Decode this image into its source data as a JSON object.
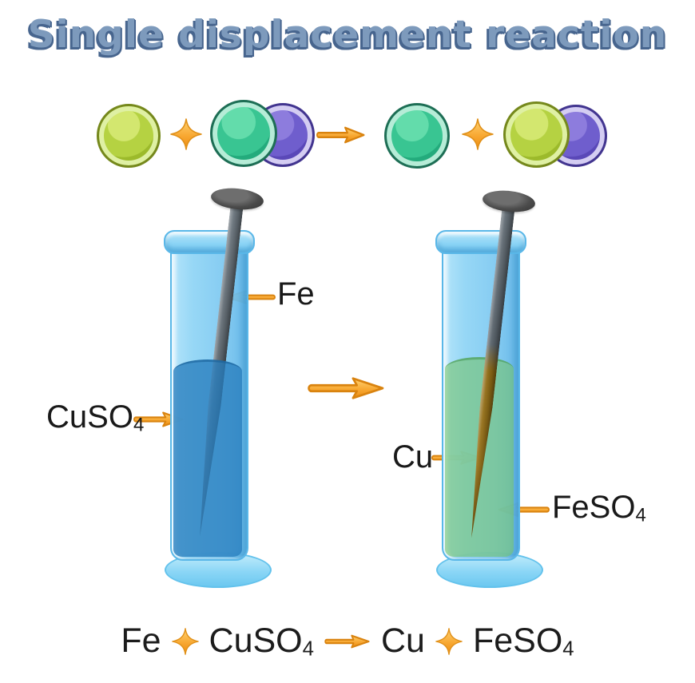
{
  "title": "Single displacement reaction",
  "labels": {
    "left_tube": {
      "nail": "Fe",
      "solution_base": "CuSO",
      "solution_sub": "4"
    },
    "right_tube": {
      "nail": "Cu",
      "solution_base": "FeSO",
      "solution_sub": "4"
    }
  },
  "equation": {
    "reactant1": "Fe",
    "plus1": "+",
    "reactant2_base": "CuSO",
    "reactant2_sub": "4",
    "arrow": "→",
    "product1": "Cu",
    "plus2": "+",
    "product2_base": "FeSO",
    "product2_sub": "4"
  },
  "icons": {
    "plus": "plus-sparkle",
    "arrow": "orange-right-arrow"
  },
  "colors": {
    "title_fill": "#7d9abc",
    "title_shadow": "#47658e",
    "accent_orange": "#f6a62e",
    "lime_atom": "#b5d242",
    "teal_atom": "#39c592",
    "purple_atom": "#6f5ecd",
    "glass_blue": "#8ed4f5",
    "cuso4_solution": "#2f7dbe",
    "feso4_solution": "#74c36c",
    "iron_nail": "#59636b",
    "copper_coating": "#9a741c",
    "nail_head": "#4b4b4b"
  }
}
